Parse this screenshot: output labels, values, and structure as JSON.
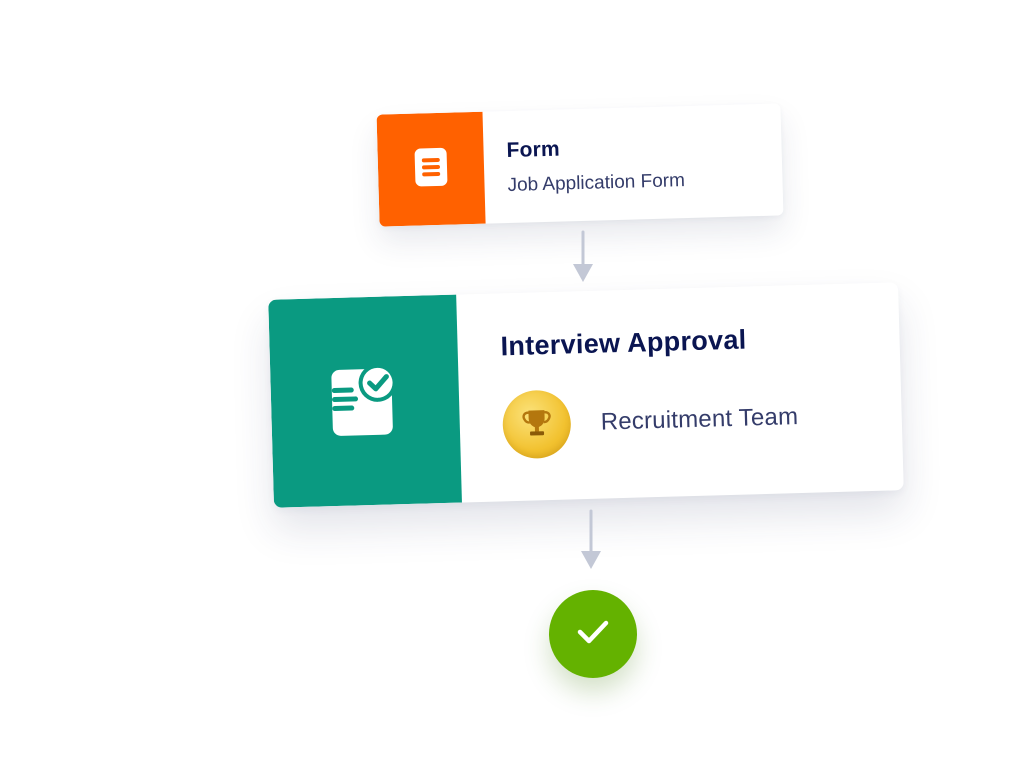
{
  "form_card": {
    "title": "Form",
    "subtitle": "Job Application Form",
    "icon": "form-document-icon",
    "color": "#ff6100"
  },
  "approval_card": {
    "title": "Interview Approval",
    "icon": "approval-document-check-icon",
    "color": "#0a9a81",
    "assignee": {
      "name": "Recruitment Team",
      "avatar_icon": "trophy-icon",
      "avatar_color": "#f2c230"
    }
  },
  "connectors": {
    "color": "#c3c8d6"
  },
  "end_node": {
    "icon": "check-icon",
    "color": "#64b200"
  }
}
